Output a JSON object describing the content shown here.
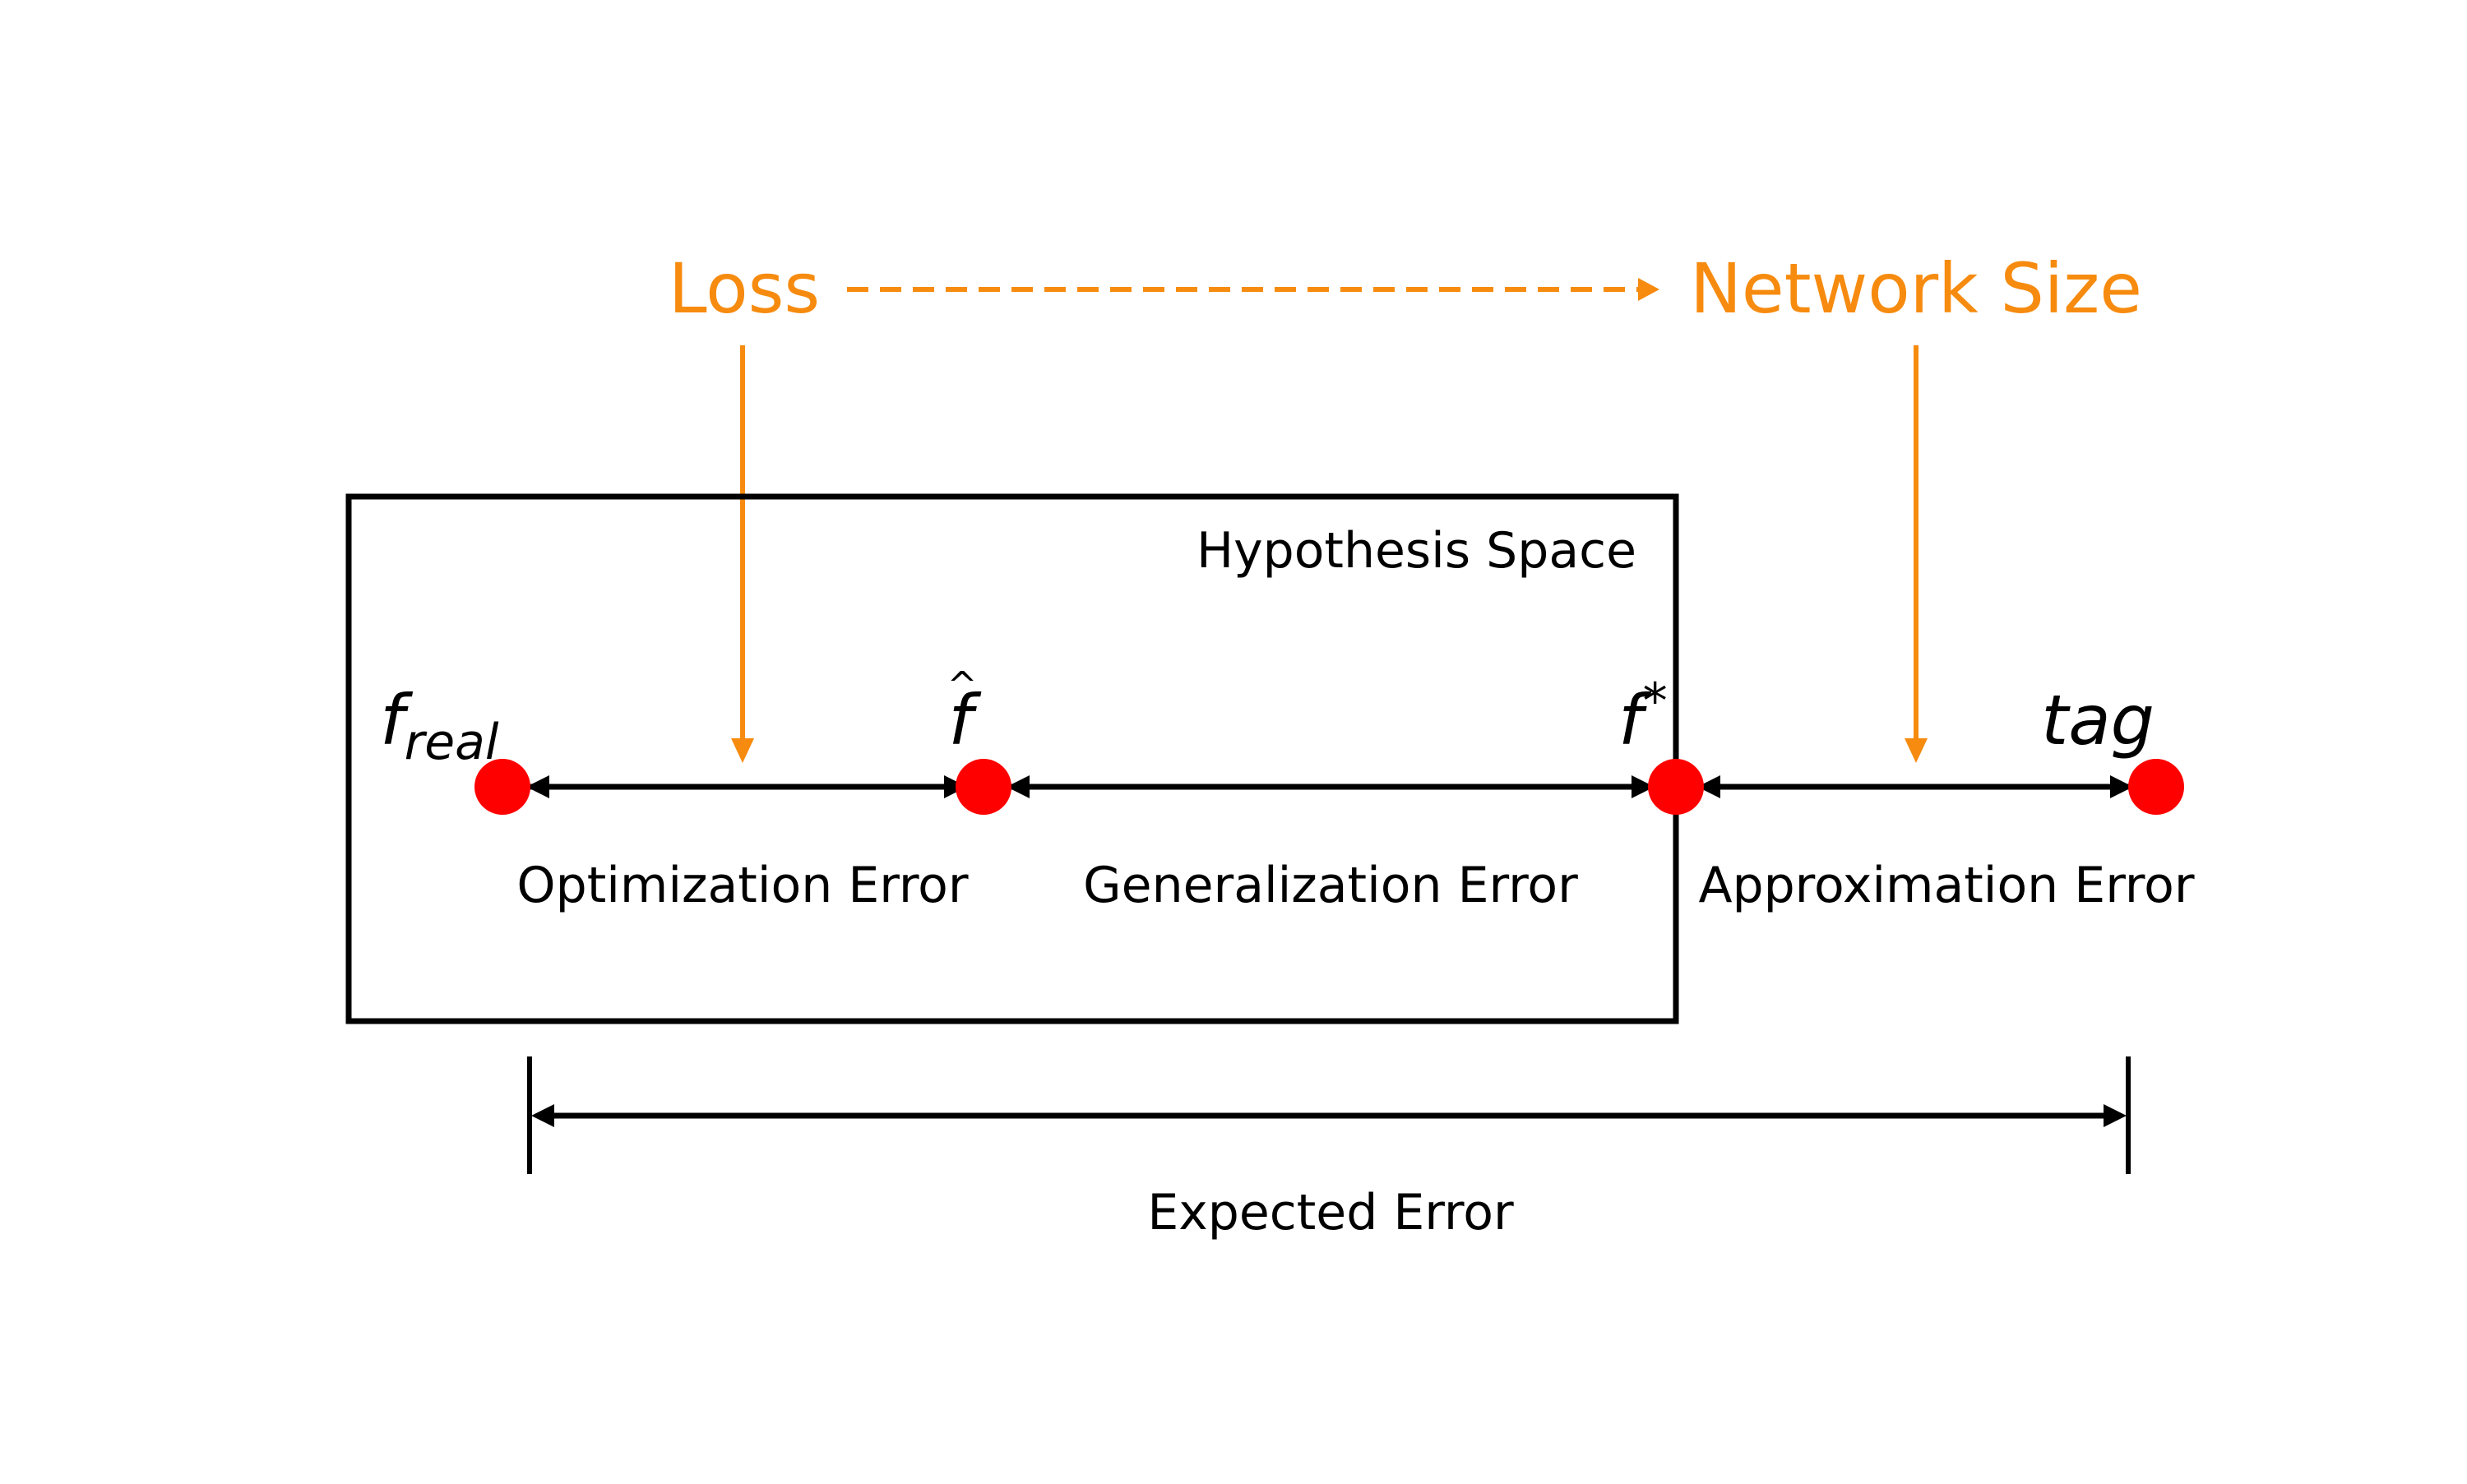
{
  "colors": {
    "orange": "#f68b0f",
    "point_red": "#ff0000",
    "line_black": "#000000",
    "background": "#ffffff"
  },
  "top_labels": {
    "loss": "Loss",
    "network_size": "Network Size"
  },
  "box": {
    "label": "Hypothesis Space"
  },
  "points": {
    "f_real_base": "f",
    "f_real_sub": "real",
    "f_hat": "f",
    "f_hat_accent": "^",
    "f_star": "f",
    "f_star_sup": "*",
    "tag": "tag"
  },
  "errors": {
    "optimization": "Optimization Error",
    "generalization": "Generalization Error",
    "approximation": "Approximation Error",
    "expected": "Expected Error"
  }
}
